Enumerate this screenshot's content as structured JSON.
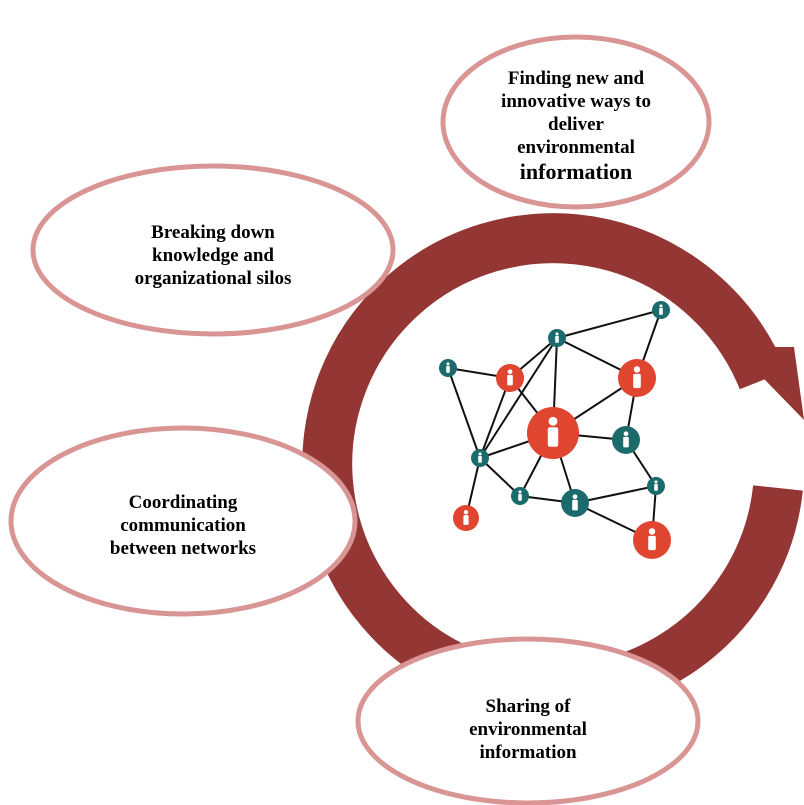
{
  "colors": {
    "ring": "#943634",
    "ellipse_stroke": "#d99594",
    "person_red": "#e0452f",
    "person_teal": "#1b6b6d",
    "edge": "#111111"
  },
  "icons": {
    "center": "people-network-icon"
  },
  "ovals": [
    {
      "lines": [
        "Finding new and",
        "innovative ways to",
        "deliver",
        "environmental",
        "information"
      ]
    },
    {
      "lines": [
        "Breaking down",
        "knowledge and",
        "organizational silos"
      ]
    },
    {
      "lines": [
        "Coordinating",
        "communication",
        "between networks"
      ]
    },
    {
      "lines": [
        "Sharing of",
        "environmental",
        "information"
      ]
    }
  ]
}
